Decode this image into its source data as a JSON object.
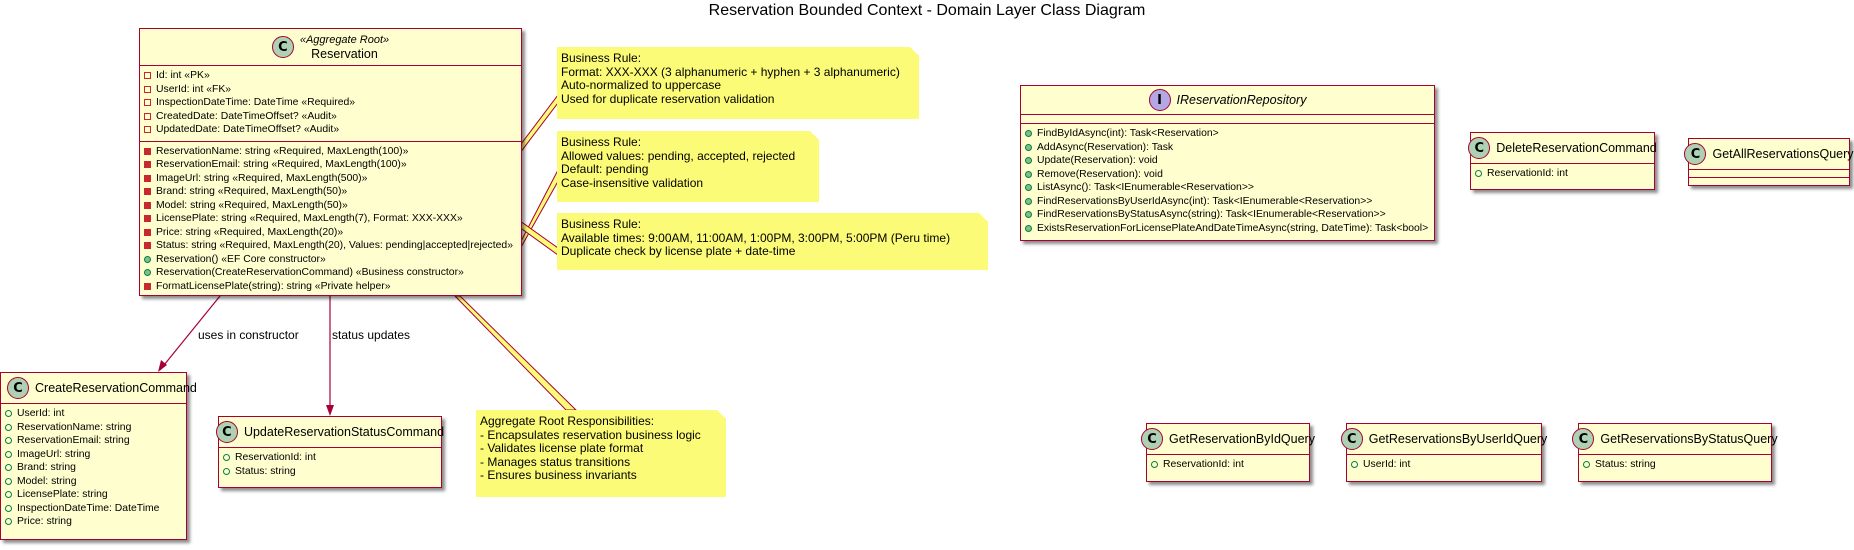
{
  "title": "Reservation Bounded Context - Domain Layer Class Diagram",
  "reservation": {
    "stereotype": "«Aggregate Root»",
    "name": "Reservation",
    "audit_fields": [
      {
        "text": "Id: int «PK»",
        "marker": "private-field"
      },
      {
        "text": "UserId: int «FK»",
        "marker": "private-field"
      },
      {
        "text": "InspectionDateTime: DateTime «Required»",
        "marker": "private-field"
      },
      {
        "text": "CreatedDate: DateTimeOffset? «Audit»",
        "marker": "private-field"
      },
      {
        "text": "UpdatedDate: DateTimeOffset? «Audit»",
        "marker": "private-field"
      }
    ],
    "members": [
      {
        "text": "ReservationName: string «Required, MaxLength(100)»",
        "marker": "private-method"
      },
      {
        "text": "ReservationEmail: string «Required, MaxLength(100)»",
        "marker": "private-method"
      },
      {
        "text": "ImageUrl: string «Required, MaxLength(500)»",
        "marker": "private-method"
      },
      {
        "text": "Brand: string «Required, MaxLength(50)»",
        "marker": "private-method"
      },
      {
        "text": "Model: string «Required, MaxLength(50)»",
        "marker": "private-method"
      },
      {
        "text": "LicensePlate: string «Required, MaxLength(7), Format: XXX-XXX»",
        "marker": "private-method"
      },
      {
        "text": "Price: string «Required, MaxLength(20)»",
        "marker": "private-method"
      },
      {
        "text": "Status: string «Required, MaxLength(20), Values: pending|accepted|rejected»",
        "marker": "private-method"
      },
      {
        "text": "Reservation() «EF Core constructor»",
        "marker": "public-method"
      },
      {
        "text": "Reservation(CreateReservationCommand) «Business constructor»",
        "marker": "public-method"
      },
      {
        "text": "FormatLicensePlate(string): string «Private helper»",
        "marker": "private-method"
      }
    ]
  },
  "notes": {
    "license_rule": [
      "Business Rule:",
      "Format: XXX-XXX (3 alphanumeric + hyphen + 3 alphanumeric)",
      "Auto-normalized to uppercase",
      "Used for duplicate reservation validation"
    ],
    "status_rule": [
      "Business Rule:",
      "Allowed values: pending, accepted, rejected",
      "Default: pending",
      "Case-insensitive validation"
    ],
    "time_rule": [
      "Business Rule:",
      "Available times: 9:00AM, 11:00AM, 1:00PM, 3:00PM, 5:00PM (Peru time)",
      "Duplicate check by license plate + date-time"
    ],
    "responsibilities": [
      "Aggregate Root Responsibilities:",
      "- Encapsulates reservation business logic",
      "- Validates license plate format",
      "- Manages status transitions",
      "- Ensures business invariants"
    ]
  },
  "repository": {
    "name": "IReservationRepository",
    "methods": [
      "FindByIdAsync(int): Task<Reservation>",
      "AddAsync(Reservation): Task",
      "Update(Reservation): void",
      "Remove(Reservation): void",
      "ListAsync(): Task<IEnumerable<Reservation>>",
      "FindReservationsByUserIdAsync(int): Task<IEnumerable<Reservation>>",
      "FindReservationsByStatusAsync(string): Task<IEnumerable<Reservation>>",
      "ExistsReservationForLicensePlateAndDateTimeAsync(string, DateTime): Task<bool>"
    ]
  },
  "create_command": {
    "name": "CreateReservationCommand",
    "fields": [
      "UserId: int",
      "ReservationName: string",
      "ReservationEmail: string",
      "ImageUrl: string",
      "Brand: string",
      "Model: string",
      "LicensePlate: string",
      "InspectionDateTime: DateTime",
      "Price: string"
    ]
  },
  "update_status_command": {
    "name": "UpdateReservationStatusCommand",
    "fields": [
      "ReservationId: int",
      "Status: string"
    ]
  },
  "delete_command": {
    "name": "DeleteReservationCommand",
    "fields": [
      "ReservationId: int"
    ]
  },
  "get_all_query": {
    "name": "GetAllReservationsQuery"
  },
  "get_by_id_query": {
    "name": "GetReservationByIdQuery",
    "fields": [
      "ReservationId: int"
    ]
  },
  "get_by_user_query": {
    "name": "GetReservationsByUserIdQuery",
    "fields": [
      "UserId: int"
    ]
  },
  "get_by_status_query": {
    "name": "GetReservationsByStatusQuery",
    "fields": [
      "Status: string"
    ]
  },
  "edge_labels": {
    "uses_in_constructor": "uses in constructor",
    "status_updates": "status updates"
  },
  "icons": {
    "class": "C",
    "interface": "I"
  },
  "colors": {
    "class_fill": "#FEFECE",
    "border": "#A80036",
    "note_fill": "#FBFB77",
    "class_icon": "#ADD1B2",
    "interface_icon": "#B4A7E5"
  }
}
